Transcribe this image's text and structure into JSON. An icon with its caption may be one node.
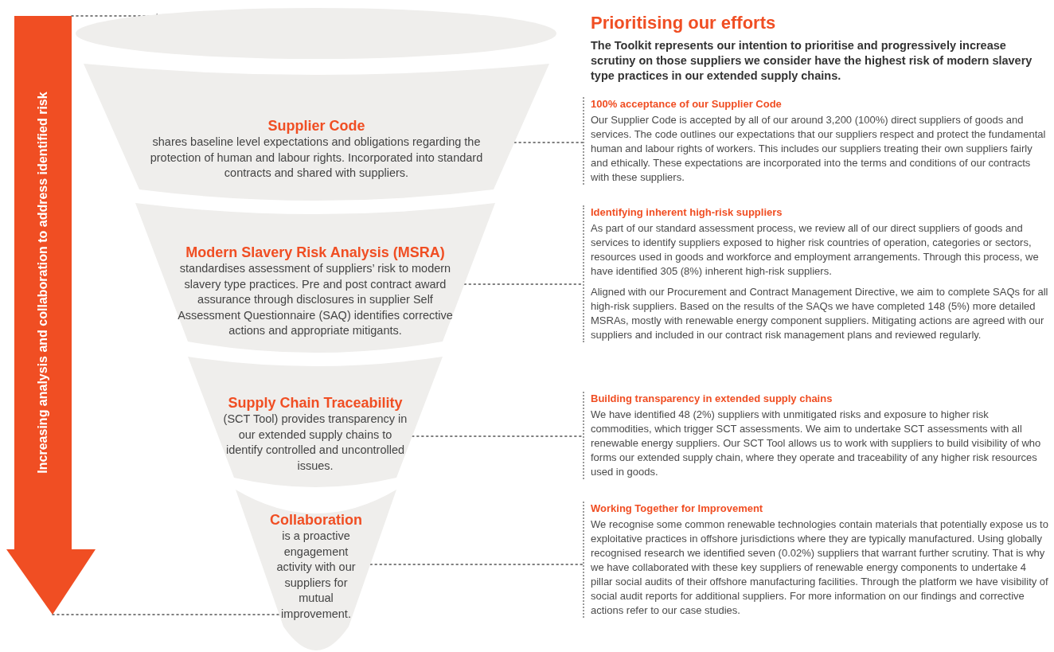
{
  "diagram": {
    "title": "Prioritising our efforts",
    "nodes": [
      {
        "text": [
          "Increasing analysis and collaboration to address identified risk"
        ]
      },
      {
        "text": [],
        "shape": "ellipse"
      },
      {
        "text": [
          "Supplier Code",
          "shares baseline level expectations and obligations regarding the protection of human and labour rights. Incorporated into standard contracts and shared with suppliers."
        ]
      },
      {
        "text": [
          "Modern Slavery Risk Analysis (MSRA)",
          "standardises assessment of suppliers’ risk to modern slavery type practices. Pre and post contract award assurance through disclosures in supplier Self Assessment Questionnaire (SAQ) identifies corrective actions and appropriate mitigants."
        ]
      },
      {
        "text": [
          "Supply Chain Traceability",
          "(SCT Tool) provides transparency in our extended supply chains to identify controlled and uncontrolled issues."
        ]
      },
      {
        "text": [
          "Collaboration",
          "is a proactive engagement activity with our suppliers for mutual improvement."
        ]
      },
      {
        "text": [
          "100% acceptance of our Supplier Code",
          "Our Supplier Code is accepted by all of our around 3,200 (100%) direct suppliers of goods and services. The code outlines our expectations that our suppliers respect and protect the fundamental human and labour rights of workers. This includes our suppliers treating their own suppliers fairly and ethically. These expectations are incorporated into the terms and conditions of our contracts with these suppliers."
        ]
      },
      {
        "text": [
          "Identifying inherent high-risk suppliers",
          "As part of our standard assessment process, we review all of our direct suppliers of goods and services to identify suppliers exposed to higher risk countries of operation, categories or sectors, resources used in goods and workforce and employment arrangements. Through this process, we have identified 305 (8%) inherent high-risk suppliers.",
          "Aligned with our Procurement and Contract Management Directive, we aim to complete SAQs for all high-risk suppliers. Based on the results of the SAQs we have completed 148 (5%) more detailed MSRAs, mostly with renewable energy component suppliers. Mitigating actions are agreed with our suppliers and included in our contract risk management plans and reviewed regularly."
        ]
      },
      {
        "text": [
          "Building transparency in extended supply chains",
          "We have identified 48 (2%) suppliers with unmitigated risks and exposure to higher risk commodities, which trigger SCT assessments. We aim to undertake SCT assessments with all renewable energy suppliers. Our SCT Tool allows us to work with suppliers to build visibility of who forms our extended supply chain, where they operate and traceability of any higher risk resources used in goods."
        ]
      },
      {
        "text": [
          "Working Together for Improvement",
          "We recognise some common renewable technologies contain materials that potentially expose us to exploitative practices in offshore jurisdictions where they are typically manufactured. Using globally recognised research we identified seven (0.02%) suppliers that warrant further scrutiny. That is why we have collaborated with these key suppliers of renewable energy components to undertake 4 pillar social audits of their offshore manufacturing facilities. Through the platform we have visibility of social audit reports for additional suppliers. For more information on our findings and corrective actions refer to our case studies."
        ]
      }
    ],
    "edges": [
      {
        "from": 0,
        "to": 1,
        "arrow": "none",
        "style": "dashed"
      },
      {
        "from": 0,
        "to": 5,
        "arrow": "none",
        "style": "dashed"
      },
      {
        "from": 2,
        "to": 6,
        "arrow": "none",
        "style": "dashed"
      },
      {
        "from": 3,
        "to": 7,
        "arrow": "none",
        "style": "dashed"
      },
      {
        "from": 4,
        "to": 8,
        "arrow": "none",
        "style": "dashed"
      },
      {
        "from": 5,
        "to": 9,
        "arrow": "none",
        "style": "dashed"
      }
    ],
    "labels": [
      "The Toolkit represents our intention to prioritise and progressively increase scrutiny on those suppliers we consider have the highest risk of modern slavery type practices in our extended supply chains."
    ]
  }
}
